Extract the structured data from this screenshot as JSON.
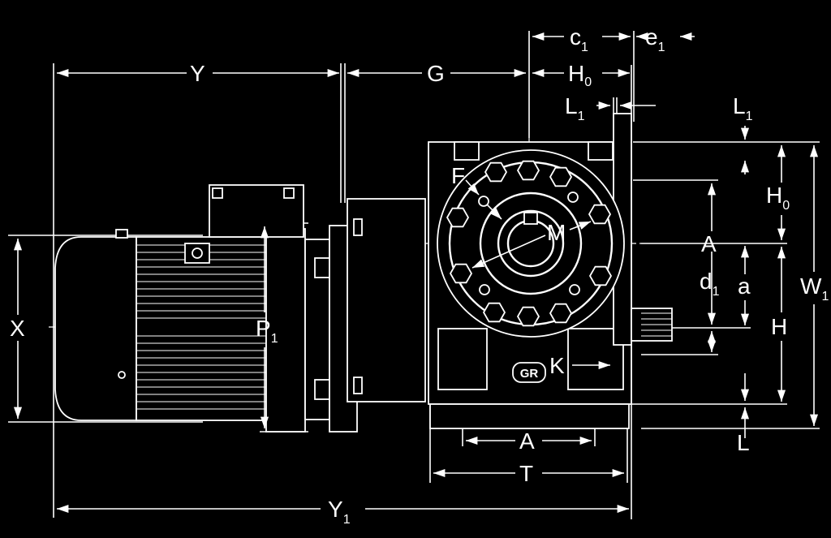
{
  "labels": {
    "Y": {
      "main": "Y",
      "sub": ""
    },
    "G": {
      "main": "G",
      "sub": ""
    },
    "c1": {
      "main": "c",
      "sub": "1"
    },
    "e1": {
      "main": "e",
      "sub": "1"
    },
    "H0_top": {
      "main": "H",
      "sub": "0"
    },
    "L1_left": {
      "main": "L",
      "sub": "1"
    },
    "L1_right": {
      "main": "L",
      "sub": "1"
    },
    "H0_right": {
      "main": "H",
      "sub": "0"
    },
    "F": {
      "main": "F",
      "sub": ""
    },
    "M": {
      "main": "M",
      "sub": ""
    },
    "A_right": {
      "main": "A",
      "sub": ""
    },
    "d1": {
      "main": "d",
      "sub": "1"
    },
    "a": {
      "main": "a",
      "sub": ""
    },
    "W1": {
      "main": "W",
      "sub": "1"
    },
    "X": {
      "main": "X",
      "sub": ""
    },
    "P1": {
      "main": "P",
      "sub": "1"
    },
    "H": {
      "main": "H",
      "sub": ""
    },
    "K": {
      "main": "K",
      "sub": ""
    },
    "A_bottom": {
      "main": "A",
      "sub": ""
    },
    "T": {
      "main": "T",
      "sub": ""
    },
    "L": {
      "main": "L",
      "sub": ""
    },
    "Y1": {
      "main": "Y",
      "sub": "1"
    }
  },
  "logo_text": "GR",
  "colors": {
    "background": "#000000",
    "lines": "#ffffff"
  }
}
